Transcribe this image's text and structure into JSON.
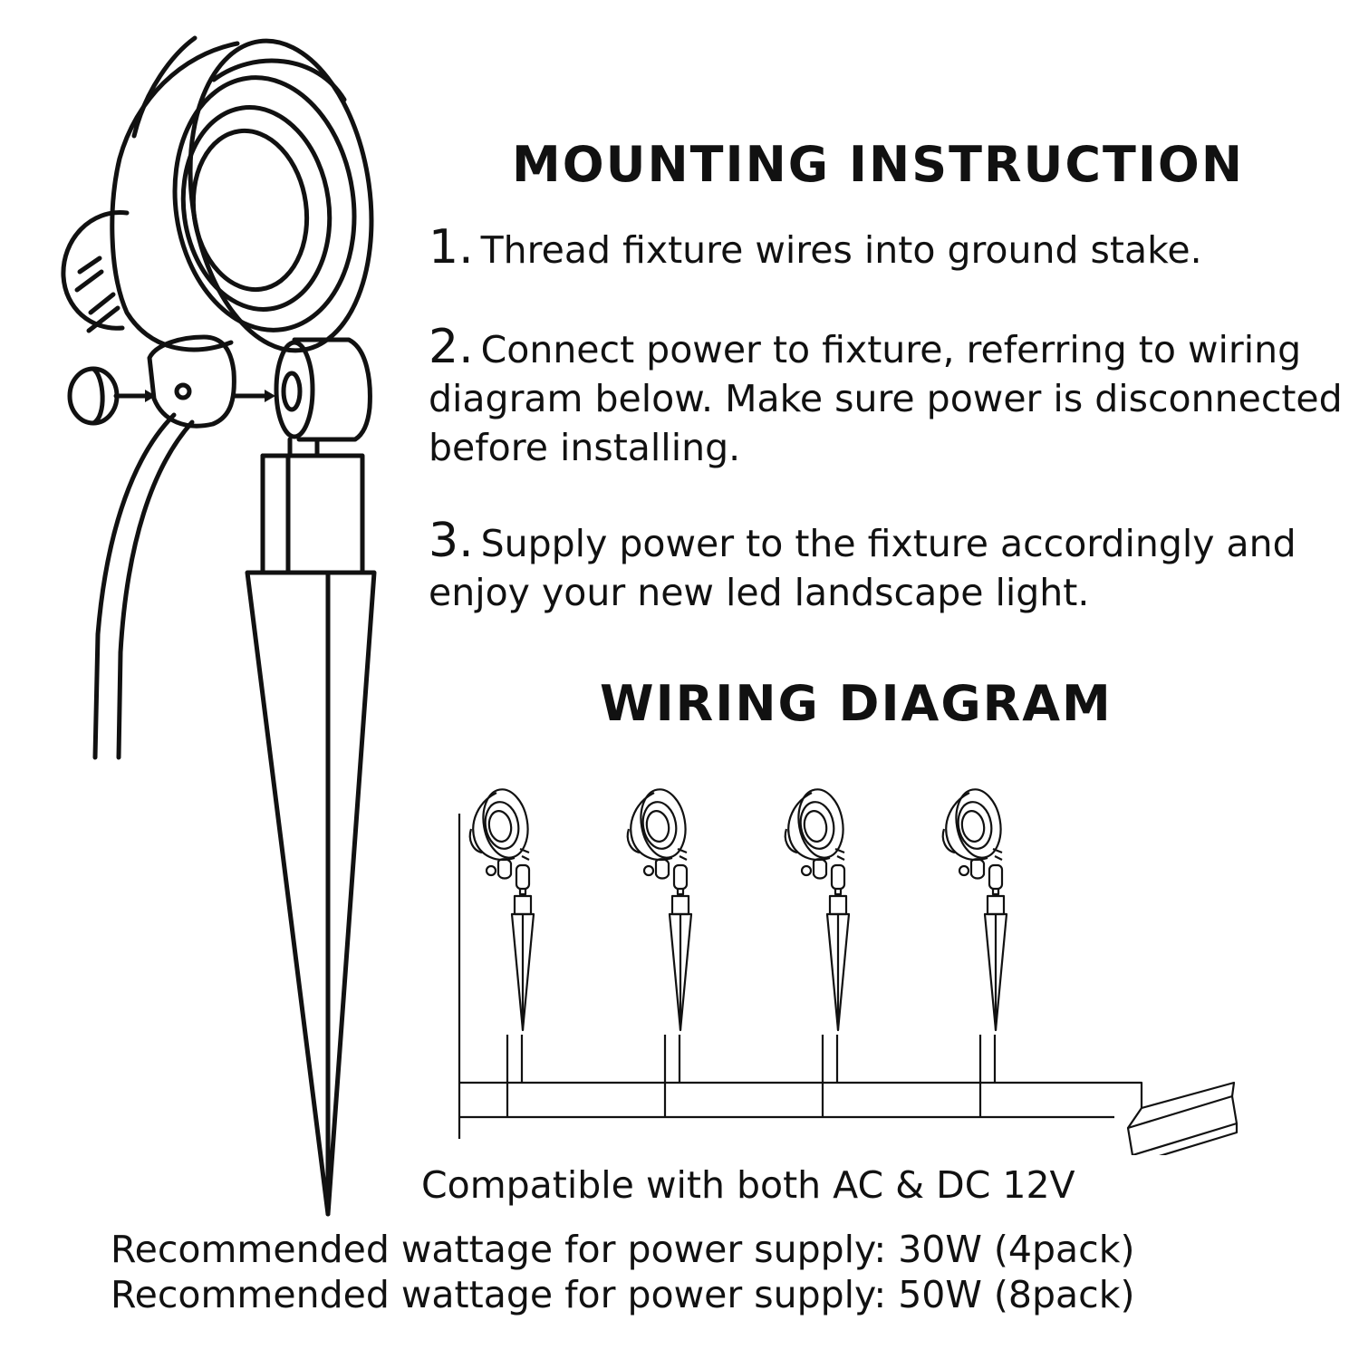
{
  "mounting": {
    "title": "MOUNTING INSTRUCTION",
    "steps": [
      {
        "number": "1.",
        "text": "Thread fixture wires into ground stake."
      },
      {
        "number": "2.",
        "text": "Connect power to fixture, referring to wiring diagram below. Make sure power is disconnected before installing."
      },
      {
        "number": "3.",
        "text": "Supply power to the fixture accordingly and enjoy your new led landscape light."
      }
    ]
  },
  "wiring": {
    "title": "WIRING DIAGRAM",
    "fixture_count": 4,
    "compatibility": "Compatible with both AC & DC 12V"
  },
  "wattage": [
    "Recommended wattage for power supply: 30W  (4pack)",
    "Recommended wattage for power supply: 50W  (8pack)"
  ],
  "colors": {
    "line": "#111111",
    "background": "#ffffff"
  }
}
